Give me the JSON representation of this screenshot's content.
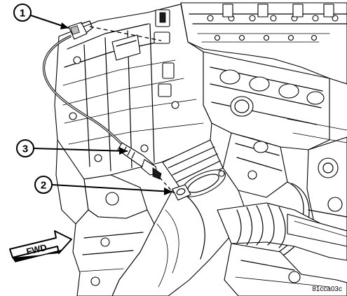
{
  "callouts": [
    {
      "number": "1",
      "target": "sensor-connector"
    },
    {
      "number": "2",
      "target": "sensor-bung"
    },
    {
      "number": "3",
      "target": "oxygen-sensor"
    }
  ],
  "direction_label": "FWD",
  "figure_code": "81cca03c",
  "colors": {
    "line": "#000000",
    "background": "#ffffff",
    "shade": "#bdbdbd"
  }
}
